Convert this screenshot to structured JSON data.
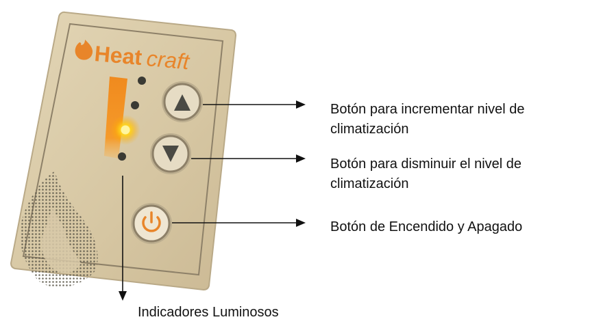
{
  "device": {
    "brand_main": "Heat",
    "brand_suffix": "craft",
    "brand_color": "#e8852a",
    "panel_color": "#d8c9a8",
    "led_active_color": "#ffcc22",
    "led_inactive_color": "#3a3a34",
    "led_count": 4,
    "led_active_index": 2,
    "buttons": [
      {
        "name": "up-button",
        "icon": "triangle-up-icon"
      },
      {
        "name": "down-button",
        "icon": "triangle-down-icon"
      },
      {
        "name": "power-button",
        "icon": "power-icon"
      }
    ]
  },
  "annotations": {
    "increase_line1": "Botón para incrementar nivel de",
    "increase_line2": "climatización",
    "decrease_line1": "Botón para disminuir el nivel de",
    "decrease_line2": "climatización",
    "power": "Botón de Encendido y Apagado",
    "indicators": "Indicadores Luminosos"
  }
}
